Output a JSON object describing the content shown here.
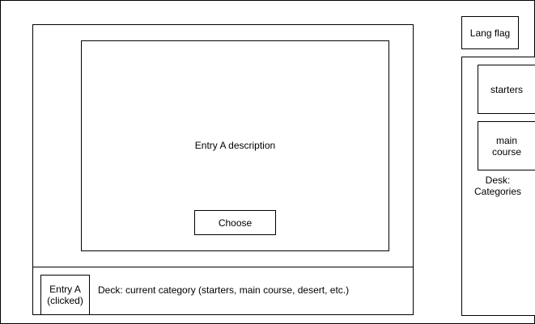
{
  "main": {
    "description": "Entry A description",
    "choose_label": "Choose"
  },
  "deck": {
    "entry_card": "Entry A\n(clicked)",
    "label": "Deck: current category (starters, main course, desert, etc.)"
  },
  "sidebar": {
    "lang_flag": "Lang flag",
    "categories": [
      {
        "label": "starters"
      },
      {
        "label": "main\ncourse"
      }
    ],
    "label": "Desk:\nCategories"
  }
}
